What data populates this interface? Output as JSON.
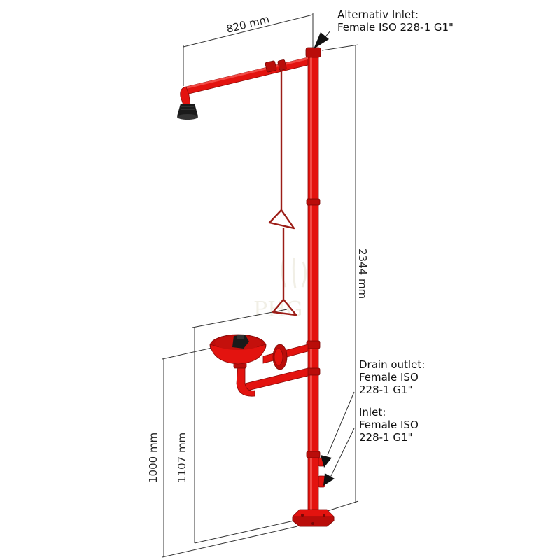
{
  "colors": {
    "equipment_red": "#e3130f",
    "equipment_shadow": "#b90d0a",
    "rod": "#9c1d17",
    "head_black": "#1a1a1a",
    "dimension_line": "#333333",
    "watermark": "#d8d2b8"
  },
  "dimensions": {
    "arm_length": "820 mm",
    "total_height": "2344 mm",
    "bowl_height": "1107 mm",
    "pipe_height": "1000 mm"
  },
  "callouts": {
    "alternative_inlet": [
      "Alternativ Inlet:",
      "Female ISO 228-1 G1\""
    ],
    "drain_outlet": [
      "Drain outlet:",
      "Female ISO",
      "228-1 G1\""
    ],
    "inlet": [
      "Inlet:",
      "Female ISO",
      "228-1 G1\""
    ]
  },
  "watermark": {
    "text": "PHG"
  }
}
